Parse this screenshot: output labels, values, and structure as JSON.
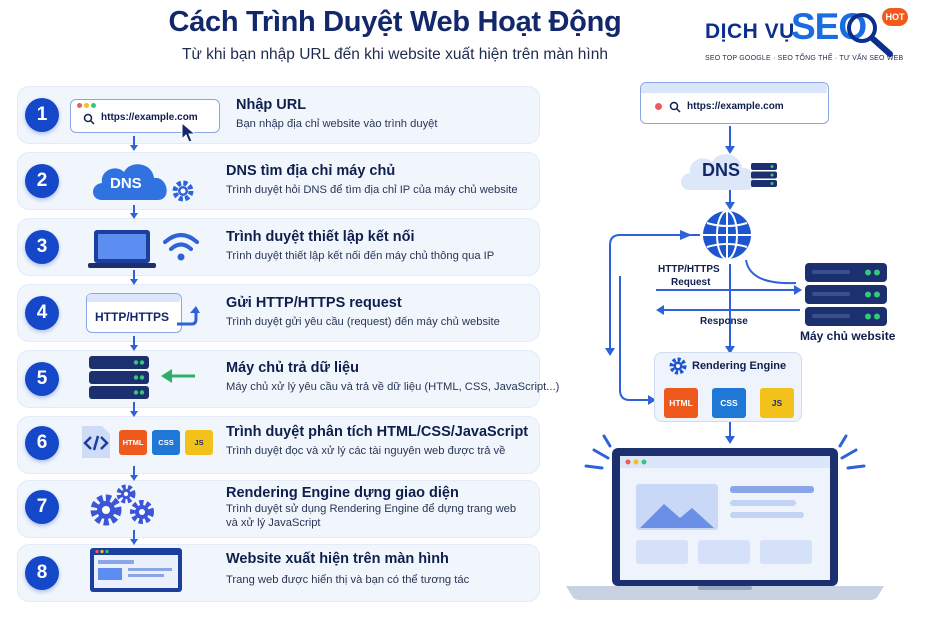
{
  "header": {
    "title": "Cách Trình Duyệt Web Hoạt Động",
    "subtitle": "Từ khi bạn nhập URL đến khi website xuất hiện trên màn hình"
  },
  "logo": {
    "text": "DỊCH VỤ",
    "seo": "SEO",
    "hot": "HOT",
    "tagline": "SEO TOP GOOGLE · SEO TỔNG THỂ · TƯ VẤN SEO WEB"
  },
  "steps": [
    {
      "num": "1",
      "title": "Nhập URL",
      "desc": "Bạn nhập địa chỉ website vào trình duyệt"
    },
    {
      "num": "2",
      "title": "DNS tìm địa chỉ máy chủ",
      "desc": "Trình duyệt hỏi DNS để tìm địa chỉ IP của máy chủ website"
    },
    {
      "num": "3",
      "title": "Trình duyệt thiết lập kết nối",
      "desc": "Trình duyệt thiết lập kết nối đến máy chủ thông qua IP"
    },
    {
      "num": "4",
      "title": "Gửi HTTP/HTTPS request",
      "desc": "Trình duyệt gửi yêu cầu (request) đến máy chủ website"
    },
    {
      "num": "5",
      "title": "Máy chủ trả dữ liệu",
      "desc": "Máy chủ xử lý yêu cầu và trả về dữ liệu (HTML, CSS, JavaScript...)"
    },
    {
      "num": "6",
      "title": "Trình duyệt phân tích HTML/CSS/JavaScript",
      "desc": "Trình duyệt đọc và xử lý các tài nguyên web được trả về"
    },
    {
      "num": "7",
      "title": "Rendering Engine dựng giao diện",
      "desc": "Trình duyệt sử dụng Rendering Engine để dựng trang web",
      "desc2": "và xử lý JavaScript"
    },
    {
      "num": "8",
      "title": "Website xuất hiện trên màn hình",
      "desc": "Trang web được hiển thị và bạn có thể tương tác"
    }
  ],
  "icons": {
    "url": "https://example.com",
    "dns": "DNS",
    "http": "HTTP/HTTPS",
    "html": "HTML",
    "css": "CSS",
    "js": "JS"
  },
  "diagram": {
    "url": "https://example.com",
    "dns": "DNS",
    "request_label_1": "HTTP/HTTPS",
    "request_label_2": "Request",
    "response_label": "Response",
    "server_label": "Máy chủ website",
    "engine_label": "Rendering Engine",
    "html": "HTML",
    "css": "CSS",
    "js": "JS"
  },
  "colors": {
    "primary": "#1548c8",
    "accent": "#2f62d8",
    "html": "#ef5a1c",
    "css": "#1f78d6",
    "js": "#f2c21b",
    "server": "#1c2f6e",
    "led": "#34c97a"
  }
}
